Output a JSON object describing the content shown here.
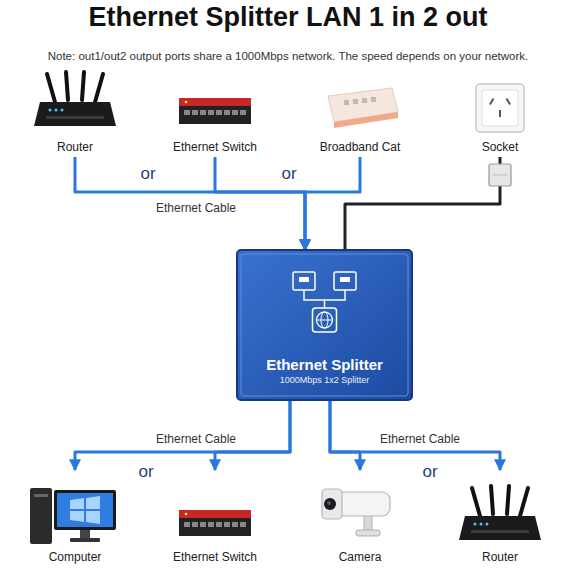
{
  "diagram": {
    "title": "Ethernet Splitter LAN 1 in 2 out",
    "nodes": [
      {
        "text": [
          "Router"
        ]
      },
      {
        "text": [
          "Ethernet Switch"
        ]
      },
      {
        "text": [
          "Broadband Cat"
        ]
      },
      {
        "text": [
          "Socket"
        ]
      },
      {
        "text": [
          "Ethernet Splitter",
          "1000Mbps 1x2 Splitter"
        ]
      },
      {
        "text": [
          "Computer"
        ]
      },
      {
        "text": [
          "Ethernet Switch"
        ]
      },
      {
        "text": [
          "Camera"
        ]
      },
      {
        "text": [
          "Router"
        ]
      }
    ],
    "edges": [
      {
        "from": 0,
        "to": 4,
        "arrow": "to"
      },
      {
        "from": 1,
        "to": 4,
        "arrow": "to"
      },
      {
        "from": 2,
        "to": 4,
        "arrow": "to"
      },
      {
        "from": 3,
        "to": 4,
        "arrow": "none"
      },
      {
        "from": 4,
        "to": 5,
        "arrow": "to"
      },
      {
        "from": 4,
        "to": 6,
        "arrow": "to"
      },
      {
        "from": 4,
        "to": 7,
        "arrow": "to"
      },
      {
        "from": 4,
        "to": 8,
        "arrow": "to"
      }
    ],
    "labels": [
      "Note: out1/out2 output ports share a 1000Mbps network. The speed depends on your network.",
      "or",
      "or",
      "Ethernet Cable",
      "Ethernet Cable",
      "Ethernet Cable",
      "or",
      "or"
    ]
  }
}
